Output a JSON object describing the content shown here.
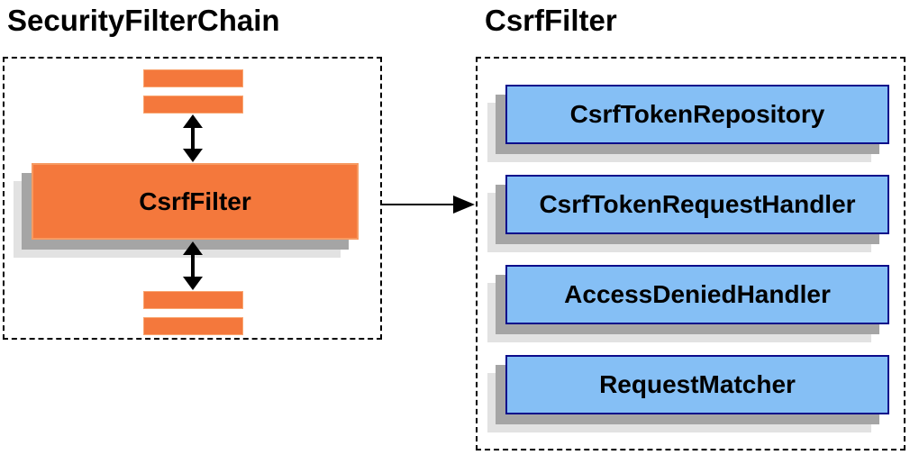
{
  "diagram": {
    "left": {
      "title": "SecurityFilterChain",
      "main_box_label": "CsrfFilter"
    },
    "right": {
      "title": "CsrfFilter",
      "components": [
        "CsrfTokenRepository",
        "CsrfTokenRequestHandler",
        "AccessDeniedHandler",
        "RequestMatcher"
      ]
    },
    "colors": {
      "orange_fill": "#F4783C",
      "blue_fill": "#85BFF5",
      "blue_border": "#0B0B8B",
      "shadow_dark": "#A5A5A5",
      "shadow_light": "#E2E2E2",
      "line": "#000000"
    }
  }
}
